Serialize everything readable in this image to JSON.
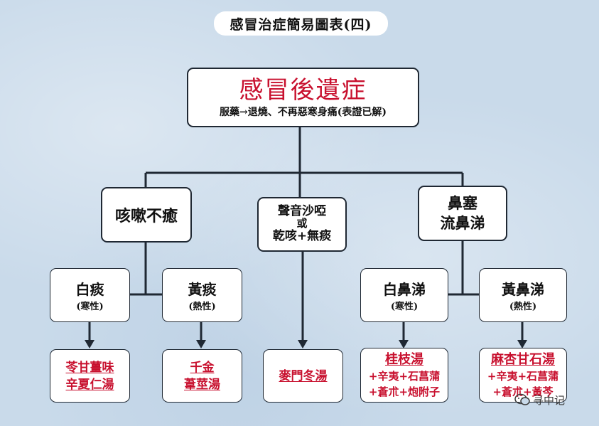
{
  "title": "感冒治症簡易圖表(四)",
  "root": {
    "heading": "感冒後遺症",
    "subtitle": "服藥→退燒、不再惡寒身痛(表證已解)"
  },
  "nodes": {
    "cough": "咳嗽不癒",
    "hoarse": {
      "line1": "聲音沙啞",
      "line2": "或",
      "line3": "乾咳+無痰"
    },
    "nasal": {
      "line1": "鼻塞",
      "line2": "流鼻涕"
    },
    "white_phlegm": {
      "label": "白痰",
      "note": "(寒性)"
    },
    "yellow_phlegm": {
      "label": "黃痰",
      "note": "(熱性)"
    },
    "white_snot": {
      "label": "白鼻涕",
      "note": "(寒性)"
    },
    "yellow_snot": {
      "label": "黃鼻涕",
      "note": "(熱性)"
    }
  },
  "remedies": {
    "r1": {
      "line1": "苓甘薑味",
      "line2": "辛夏仁湯"
    },
    "r2": {
      "line1": "千金",
      "line2": "葦莖湯"
    },
    "r3": {
      "line1": "麥門冬湯"
    },
    "r4": {
      "line1": "桂枝湯",
      "line2": "+辛夷+石菖蒲",
      "line3": "+蒼朮+炮附子"
    },
    "r5": {
      "line1": "麻杏甘石湯",
      "line2": "+辛夷+石菖蒲",
      "line3": "+蒼朮+黃芩"
    }
  },
  "watermark": {
    "text": "寻中记",
    "icon": "wechat-icon"
  },
  "colors": {
    "accent": "#c8102e",
    "border": "#1f2833",
    "background": "#c9daea"
  }
}
